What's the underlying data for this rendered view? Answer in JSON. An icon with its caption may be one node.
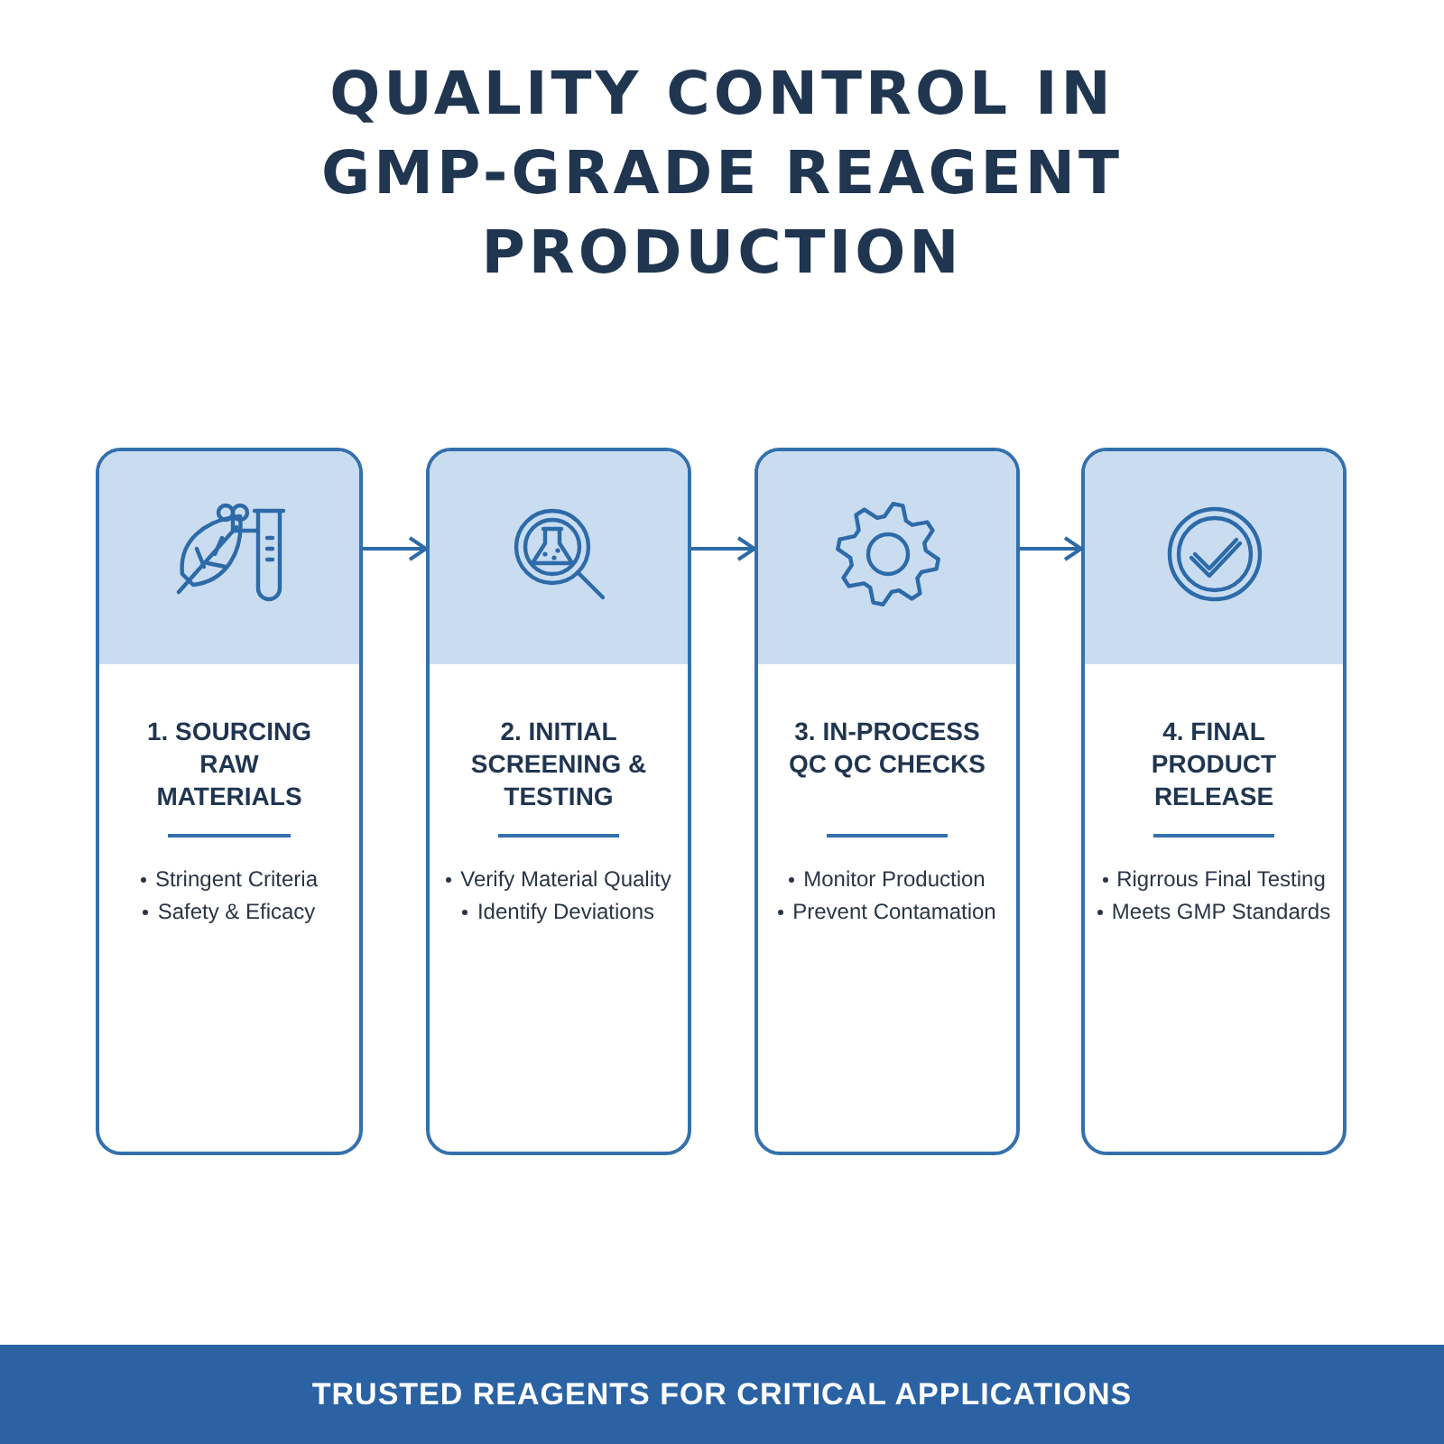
{
  "diagram": {
    "title": "QUALITY CONTROL IN GMP-GRADE REAGENT PRODUCTION",
    "nodes": [
      {
        "text": [
          "1. SOURCING RAW MATERIALS",
          "Stringent Criteria",
          "Safety & Eficacy"
        ]
      },
      {
        "text": [
          "2. INITIAL SCREENING & TESTING",
          "Verify Material Quality",
          "Identify Deviations"
        ]
      },
      {
        "text": [
          "3. IN-PROCESS QC QC CHECKS",
          "Monitor Production",
          "Prevent Contamation"
        ]
      },
      {
        "text": [
          "4. FINAL PRODUCT RELEASE",
          "Rigrrous Final Testing",
          "Meets GMP Standards"
        ]
      },
      {
        "text": [
          "TRUSTED REAGENTS FOR CRITICAL APPLICATIONS"
        ]
      }
    ],
    "edges": [
      {
        "from": 0,
        "to": 1,
        "arrow": "to"
      },
      {
        "from": 1,
        "to": 2,
        "arrow": "to"
      },
      {
        "from": 2,
        "to": 3,
        "arrow": "to"
      }
    ]
  }
}
